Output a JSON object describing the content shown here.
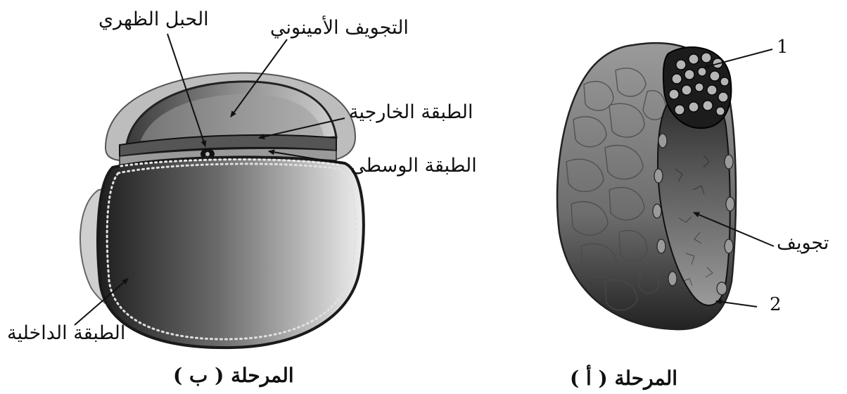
{
  "stage_b": {
    "caption": "المرحلة ( ب )",
    "labels": {
      "notochord": "الحبل الظهري",
      "amniotic_cavity": "التجويف الأمينوني",
      "ectoderm": "الطبقة الخارجية",
      "mesoderm": "الطبقة الوسطى",
      "endoderm": "الطبقة الداخلية"
    }
  },
  "stage_a": {
    "caption": "المرحلة ( أ )",
    "labels": {
      "cavity": "تجويف",
      "marker_1": "1",
      "marker_2": "2"
    }
  },
  "colors": {
    "ink": "#111111",
    "shade_dark": "#2a2a2a",
    "shade_light": "#d8d8d8"
  }
}
